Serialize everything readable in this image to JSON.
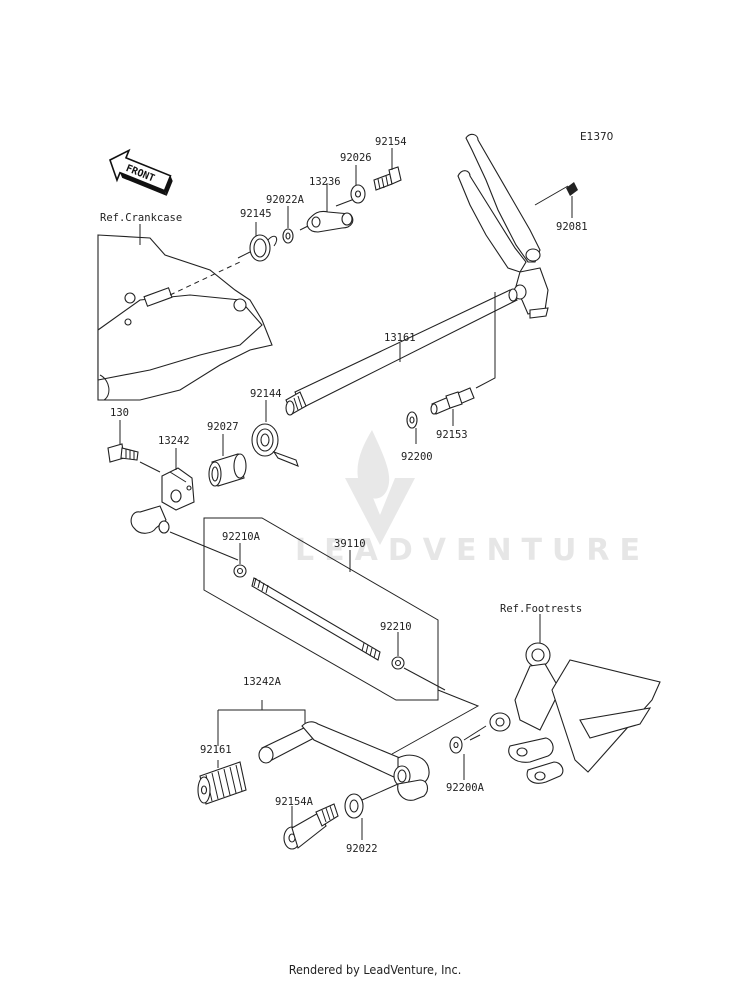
{
  "diagram": {
    "code": "E1370",
    "front_label": "FRONT",
    "references": {
      "crankcase": "Ref.Crankcase",
      "footrests": "Ref.Footrests"
    },
    "parts": [
      {
        "id": "92154",
        "label": "92154"
      },
      {
        "id": "92026",
        "label": "92026"
      },
      {
        "id": "13236",
        "label": "13236"
      },
      {
        "id": "92022A",
        "label": "92022A"
      },
      {
        "id": "92145",
        "label": "92145"
      },
      {
        "id": "92081",
        "label": "92081"
      },
      {
        "id": "13161",
        "label": "13161"
      },
      {
        "id": "92144",
        "label": "92144"
      },
      {
        "id": "92027",
        "label": "92027"
      },
      {
        "id": "130",
        "label": "130"
      },
      {
        "id": "13242",
        "label": "13242"
      },
      {
        "id": "92200",
        "label": "92200"
      },
      {
        "id": "92153",
        "label": "92153"
      },
      {
        "id": "92210A",
        "label": "92210A"
      },
      {
        "id": "39110",
        "label": "39110"
      },
      {
        "id": "92210",
        "label": "92210"
      },
      {
        "id": "13242A",
        "label": "13242A"
      },
      {
        "id": "92161",
        "label": "92161"
      },
      {
        "id": "92200A",
        "label": "92200A"
      },
      {
        "id": "92154A",
        "label": "92154A"
      },
      {
        "id": "92022",
        "label": "92022"
      }
    ],
    "watermark": "LEADVENTURE"
  },
  "footer": "Rendered by LeadVenture, Inc."
}
